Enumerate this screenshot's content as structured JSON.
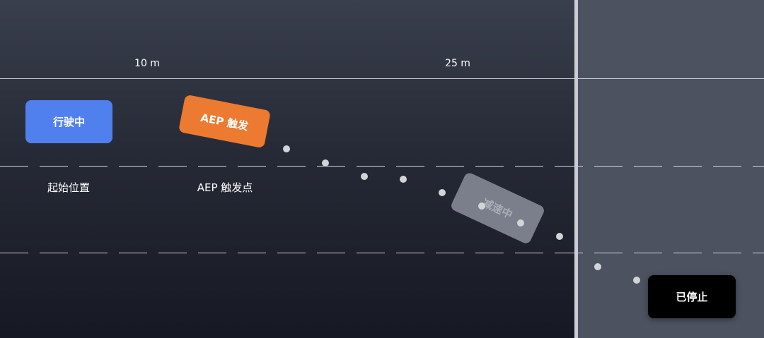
{
  "distance_labels": {
    "mark_10": "10 m",
    "mark_25": "25 m"
  },
  "position_labels": {
    "start": "起始位置",
    "aep_trigger_point": "AEP 触发点"
  },
  "vehicles": {
    "driving": "行驶中",
    "aep_triggered": "AEP 触发",
    "braking": "减速中",
    "stopped": "已停止"
  },
  "colors": {
    "driving": "#4f80ee",
    "aep_triggered": "#ec7a30",
    "braking": "#7a7f8b",
    "stopped": "#000000",
    "trajectory_dot": "#d2d4d8"
  }
}
